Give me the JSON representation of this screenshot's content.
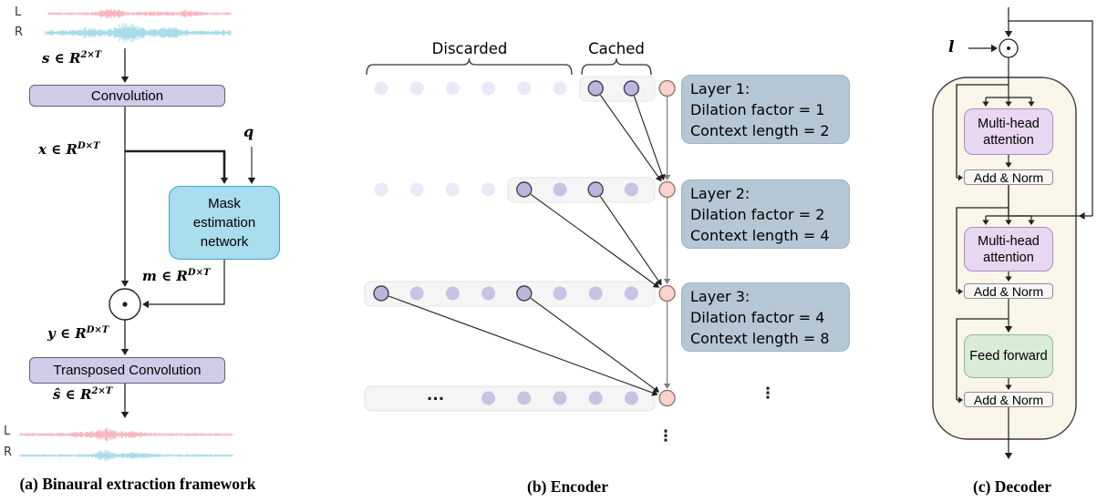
{
  "panel_a": {
    "caption": "(a) Binaural extraction framework",
    "input_wave_left_label": "L",
    "input_wave_right_label": "R",
    "output_wave_left_label": "L",
    "output_wave_right_label": "R",
    "s_label": {
      "base": "s ∈ R",
      "sup": "2×T"
    },
    "conv_label": "Convolution",
    "x_label": {
      "base": "x ∈ R",
      "sup": "D×T"
    },
    "q_label": "q",
    "mask_lines": [
      "Mask",
      "estimation",
      "network"
    ],
    "m_label": {
      "base": "m ∈ R",
      "sup": "D×T"
    },
    "y_label": {
      "base": "y ∈ R",
      "sup": "D×T"
    },
    "tconv_label": "Transposed Convolution",
    "shat_label": {
      "base": "ŝ ∈ R",
      "sup": "2×T"
    }
  },
  "panel_b": {
    "caption": "(b) Encoder",
    "discarded_label": "Discarded",
    "cached_label": "Cached",
    "row_ellipsis": "...",
    "vertical_ellipsis": "⋮",
    "layers": [
      {
        "title": "Layer 1:",
        "line2": "Dilation factor = 1",
        "line3": "Context length = 2"
      },
      {
        "title": "Layer 2:",
        "line2": "Dilation factor = 2",
        "line3": "Context length = 4"
      },
      {
        "title": "Layer 3:",
        "line2": "Dilation factor = 4",
        "line3": "Context length = 8"
      }
    ]
  },
  "panel_c": {
    "caption": "(c) Decoder",
    "l_label": "l",
    "mha1_label": "Multi-head attention",
    "addnorm1_label": "Add & Norm",
    "mha2_label": "Multi-head attention",
    "addnorm2_label": "Add & Norm",
    "ff_label": "Feed forward",
    "addnorm3_label": "Add & Norm"
  },
  "icons": {
    "elementwise_product": "dot-in-circle-icon",
    "brace": "curly-brace-icon"
  },
  "colors": {
    "wave_pink": "#f8b7c3",
    "wave_blue": "#a9dbe9",
    "lavender_fill": "#cfcbe8",
    "lavender_border": "#62627a",
    "mask_fill": "#a9dcec",
    "mask_border": "#44a0c8",
    "faded_dot": "#ebe9f7",
    "medium_dot": "#c9c2e3",
    "outlined_dot_fill": "#bdb5da",
    "outlined_dot_stroke": "#3f3f57",
    "pink_node_fill": "#f8d2cb",
    "pink_node_stroke": "#8d6f69",
    "row_box_fill": "#f5f5f6",
    "row_box_stroke": "#e2e2e6",
    "layer_box_fill": "#b5c7d4",
    "layer_box_stroke": "#9db2c1",
    "container_fill": "#f9f5e8",
    "container_stroke": "#3a3a3a",
    "mha_fill": "#e9d7f1",
    "mha_border": "#a98bc0",
    "addnorm_fill": "#f6f6f6",
    "addnorm_border": "#8f8f8f",
    "ff_fill": "#d9ecd5",
    "ff_border": "#8fbb8f",
    "line": "#1f1f1f",
    "gray_line": "#808080"
  }
}
